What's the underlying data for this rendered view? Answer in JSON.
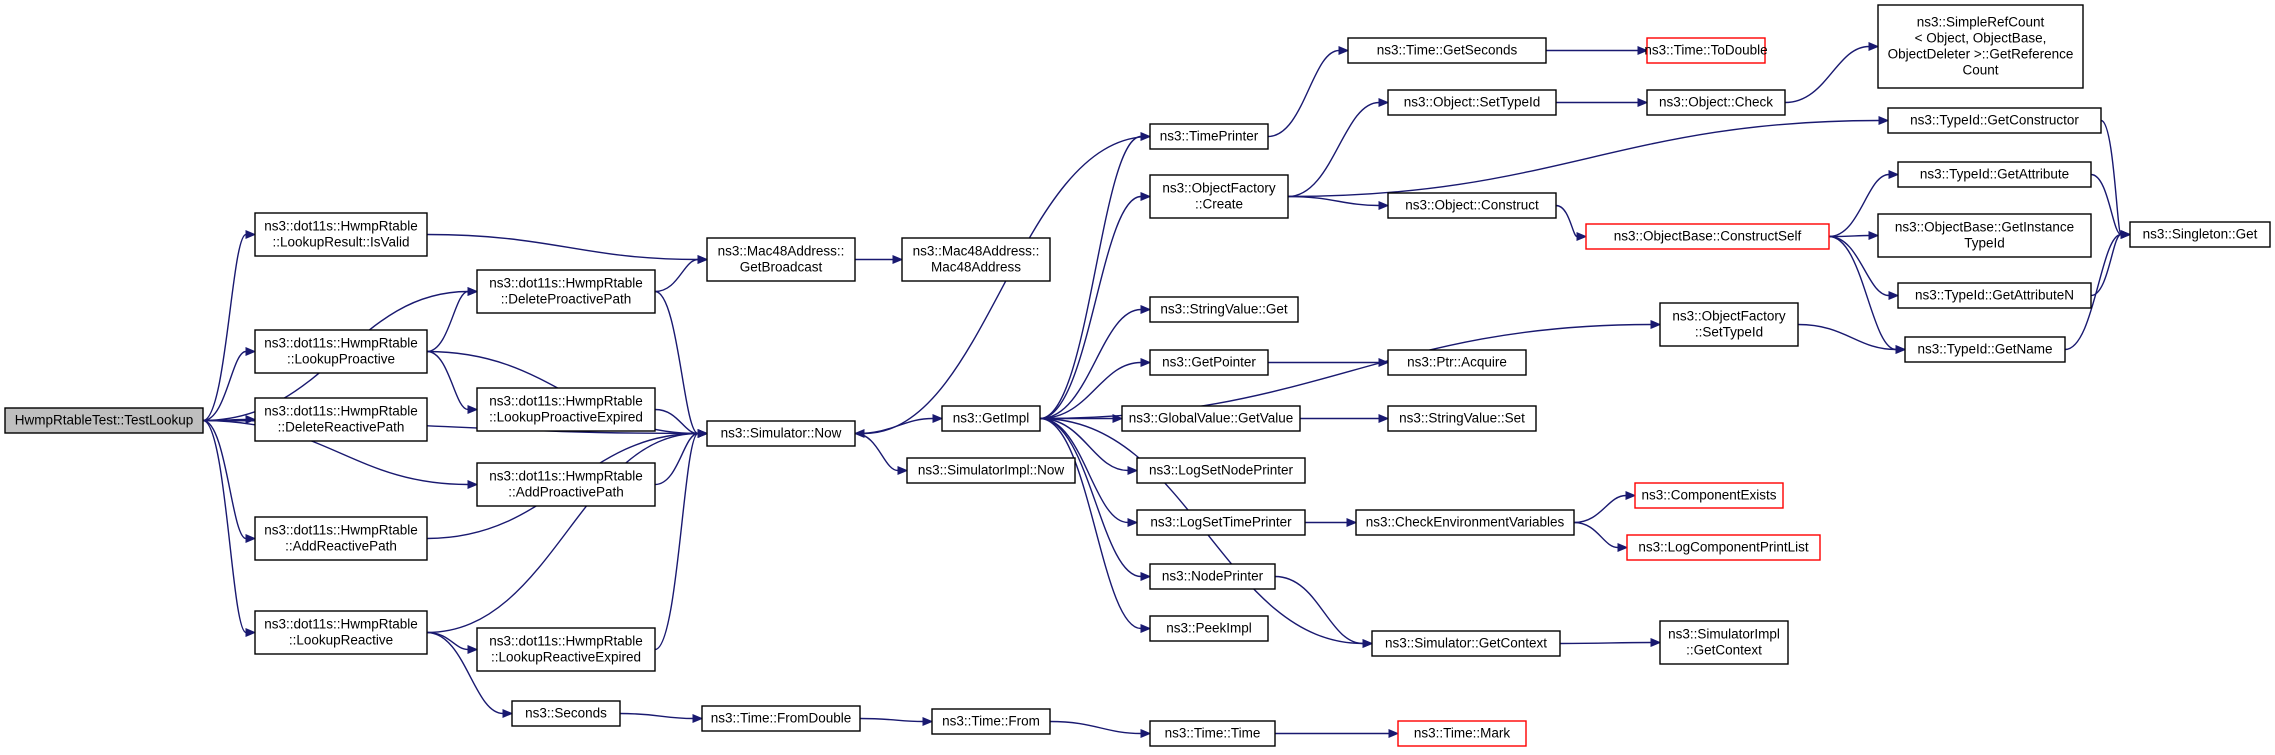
{
  "graph": {
    "colors": {
      "edge": "#191970",
      "node_border": "#000000",
      "incomplete_border": "#ff0000",
      "root_fill": "#bfbfbf"
    },
    "nodes": [
      {
        "id": "root",
        "lines": [
          "HwmpRtableTest::TestLookup"
        ],
        "style": "root"
      },
      {
        "id": "isvalid",
        "lines": [
          "ns3::dot11s::HwmpRtable",
          "::LookupResult::IsValid"
        ]
      },
      {
        "id": "lookproact",
        "lines": [
          "ns3::dot11s::HwmpRtable",
          "::LookupProactive"
        ]
      },
      {
        "id": "delreact",
        "lines": [
          "ns3::dot11s::HwmpRtable",
          "::DeleteReactivePath"
        ]
      },
      {
        "id": "addreact",
        "lines": [
          "ns3::dot11s::HwmpRtable",
          "::AddReactivePath"
        ]
      },
      {
        "id": "lookreact",
        "lines": [
          "ns3::dot11s::HwmpRtable",
          "::LookupReactive"
        ]
      },
      {
        "id": "delproact",
        "lines": [
          "ns3::dot11s::HwmpRtable",
          "::DeleteProactivePath"
        ]
      },
      {
        "id": "lookproactexp",
        "lines": [
          "ns3::dot11s::HwmpRtable",
          "::LookupProactiveExpired"
        ]
      },
      {
        "id": "addproact",
        "lines": [
          "ns3::dot11s::HwmpRtable",
          "::AddProactivePath"
        ]
      },
      {
        "id": "lookreactexp",
        "lines": [
          "ns3::dot11s::HwmpRtable",
          "::LookupReactiveExpired"
        ]
      },
      {
        "id": "seconds",
        "lines": [
          "ns3::Seconds"
        ]
      },
      {
        "id": "getbroadcast",
        "lines": [
          "ns3::Mac48Address::",
          "GetBroadcast"
        ]
      },
      {
        "id": "simnow",
        "lines": [
          "ns3::Simulator::Now"
        ]
      },
      {
        "id": "timefromdouble",
        "lines": [
          "ns3::Time::FromDouble"
        ]
      },
      {
        "id": "mac48",
        "lines": [
          "ns3::Mac48Address::",
          "Mac48Address"
        ]
      },
      {
        "id": "getimpl",
        "lines": [
          "ns3::GetImpl"
        ]
      },
      {
        "id": "simimplnow",
        "lines": [
          "ns3::SimulatorImpl::Now"
        ]
      },
      {
        "id": "timefrom",
        "lines": [
          "ns3::Time::From"
        ]
      },
      {
        "id": "timeprinter",
        "lines": [
          "ns3::TimePrinter"
        ]
      },
      {
        "id": "ofcreate",
        "lines": [
          "ns3::ObjectFactory",
          "::Create"
        ]
      },
      {
        "id": "strvalget",
        "lines": [
          "ns3::StringValue::Get"
        ]
      },
      {
        "id": "getpointer",
        "lines": [
          "ns3::GetPointer"
        ]
      },
      {
        "id": "globalvalget",
        "lines": [
          "ns3::GlobalValue::GetValue"
        ]
      },
      {
        "id": "logsetnode",
        "lines": [
          "ns3::LogSetNodePrinter"
        ]
      },
      {
        "id": "logsettime",
        "lines": [
          "ns3::LogSetTimePrinter"
        ]
      },
      {
        "id": "nodeprinter",
        "lines": [
          "ns3::NodePrinter"
        ]
      },
      {
        "id": "peekimpl",
        "lines": [
          "ns3::PeekImpl"
        ]
      },
      {
        "id": "timetime",
        "lines": [
          "ns3::Time::Time"
        ]
      },
      {
        "id": "timegetsec",
        "lines": [
          "ns3::Time::GetSeconds"
        ]
      },
      {
        "id": "objsettypeid",
        "lines": [
          "ns3::Object::SetTypeId"
        ]
      },
      {
        "id": "objconstruct",
        "lines": [
          "ns3::Object::Construct"
        ]
      },
      {
        "id": "ptracquire",
        "lines": [
          "ns3::Ptr::Acquire"
        ]
      },
      {
        "id": "strvalset",
        "lines": [
          "ns3::StringValue::Set"
        ]
      },
      {
        "id": "checkenv",
        "lines": [
          "ns3::CheckEnvironmentVariables"
        ]
      },
      {
        "id": "simgetctx",
        "lines": [
          "ns3::Simulator::GetContext"
        ]
      },
      {
        "id": "timemark",
        "lines": [
          "ns3::Time::Mark"
        ],
        "style": "red"
      },
      {
        "id": "timetodouble",
        "lines": [
          "ns3::Time::ToDouble"
        ],
        "style": "red"
      },
      {
        "id": "objcheck",
        "lines": [
          "ns3::Object::Check"
        ]
      },
      {
        "id": "objbaseconstruct",
        "lines": [
          "ns3::ObjectBase::ConstructSelf"
        ],
        "style": "red"
      },
      {
        "id": "ofsettypeid",
        "lines": [
          "ns3::ObjectFactory",
          "::SetTypeId"
        ]
      },
      {
        "id": "compexists",
        "lines": [
          "ns3::ComponentExists"
        ],
        "style": "red"
      },
      {
        "id": "logcompprint",
        "lines": [
          "ns3::LogComponentPrintList"
        ],
        "style": "red"
      },
      {
        "id": "simimplgetctx",
        "lines": [
          "ns3::SimulatorImpl",
          "::GetContext"
        ]
      },
      {
        "id": "simplerefcount",
        "lines": [
          "ns3::SimpleRefCount",
          "< Object, ObjectBase,",
          "ObjectDeleter >::GetReference",
          "Count"
        ]
      },
      {
        "id": "tidgetctor",
        "lines": [
          "ns3::TypeId::GetConstructor"
        ]
      },
      {
        "id": "tidgetattr",
        "lines": [
          "ns3::TypeId::GetAttribute"
        ]
      },
      {
        "id": "objbasegetinst",
        "lines": [
          "ns3::ObjectBase::GetInstance",
          "TypeId"
        ]
      },
      {
        "id": "tidgetattrn",
        "lines": [
          "ns3::TypeId::GetAttributeN"
        ]
      },
      {
        "id": "tidgetname",
        "lines": [
          "ns3::TypeId::GetName"
        ]
      },
      {
        "id": "singletonget",
        "lines": [
          "ns3::Singleton::Get"
        ]
      }
    ]
  }
}
